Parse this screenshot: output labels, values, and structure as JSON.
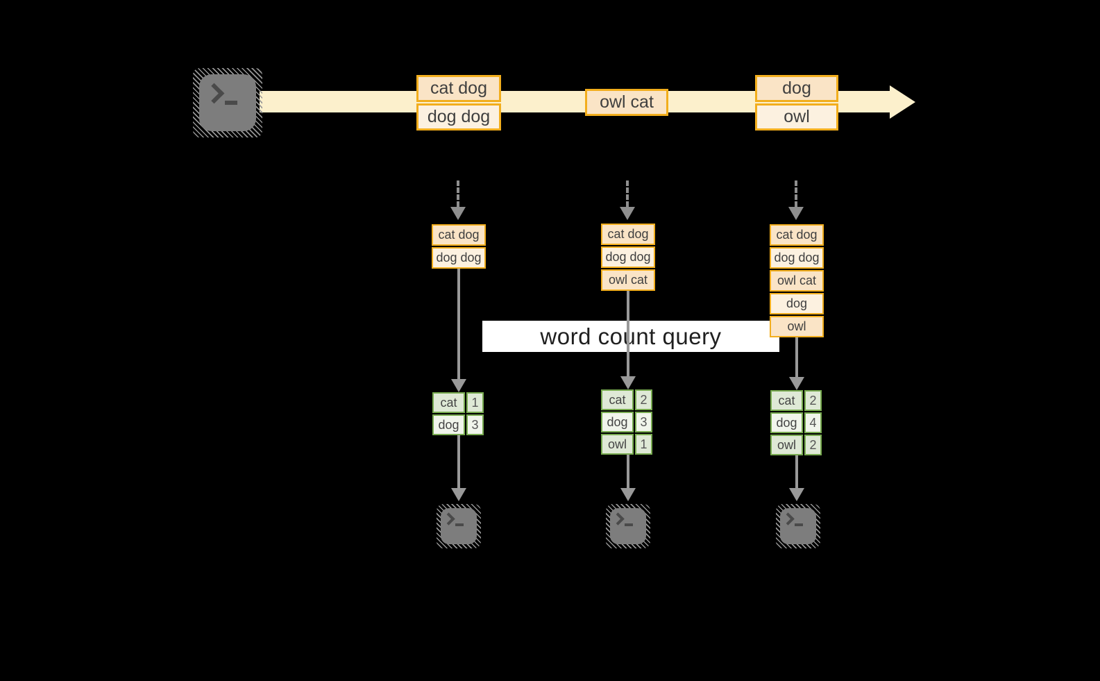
{
  "query_band": {
    "label": "word count query"
  },
  "stream": {
    "events": [
      {
        "lines": [
          "cat dog",
          "dog dog"
        ]
      },
      {
        "lines": [
          "owl cat"
        ]
      },
      {
        "lines": [
          "dog",
          "owl"
        ]
      }
    ]
  },
  "parallel_tasks": [
    {
      "buffered_lines": [
        "cat dog",
        "dog dog"
      ],
      "word_counts": [
        {
          "word": "cat",
          "count": "1"
        },
        {
          "word": "dog",
          "count": "3"
        }
      ]
    },
    {
      "buffered_lines": [
        "cat dog",
        "dog dog",
        "owl cat"
      ],
      "word_counts": [
        {
          "word": "cat",
          "count": "2"
        },
        {
          "word": "dog",
          "count": "3"
        },
        {
          "word": "owl",
          "count": "1"
        }
      ]
    },
    {
      "buffered_lines": [
        "cat dog",
        "dog dog",
        "owl cat",
        "dog",
        "owl"
      ],
      "word_counts": [
        {
          "word": "cat",
          "count": "2"
        },
        {
          "word": "dog",
          "count": "4"
        },
        {
          "word": "owl",
          "count": "2"
        }
      ]
    }
  ],
  "icons": {
    "source": "terminal-prompt-icon",
    "sinks": [
      "terminal-prompt-icon",
      "terminal-prompt-icon",
      "terminal-prompt-icon"
    ]
  },
  "colors": {
    "background": "#000000",
    "stream_fill": "#fcf0cc",
    "event_border": "#f2ae1d",
    "event_fill_dark": "#fae4c6",
    "event_fill_light": "#fcf1e0",
    "count_border": "#78ab50",
    "count_fill_dark": "#dfe9d6",
    "count_fill_light": "#f1f5ec",
    "arrow_gray": "#999999",
    "terminal_gray": "#7f7f7f",
    "query_band_bg": "#ffffff",
    "query_band_text": "#1f1f1f"
  }
}
